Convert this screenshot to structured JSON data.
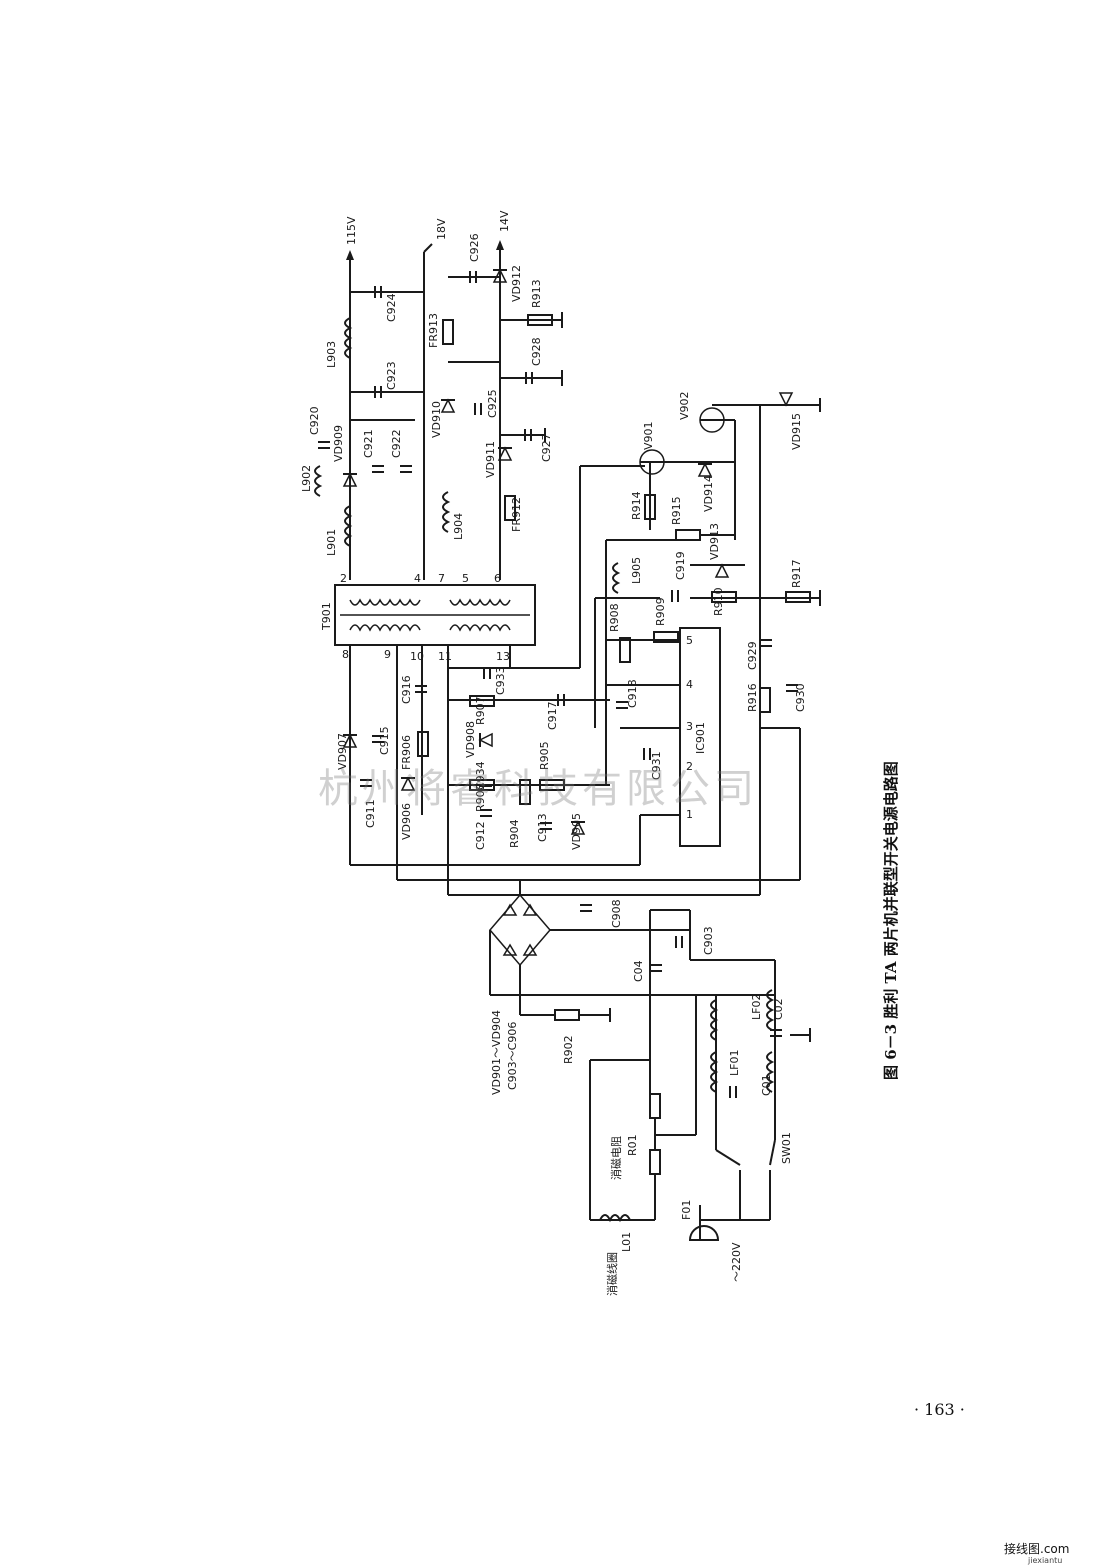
{
  "figure": {
    "caption": "图 6－3   胜利 TA 两片机并联型开关电源电路图",
    "page_number": "· 163 ·",
    "watermark": "杭州将睿科技有限公司",
    "site_logo": "接线图.com",
    "site_url": "jiexiantu"
  },
  "labels": {
    "v115": "115V",
    "v18": "18V",
    "v14": "14V",
    "C924": "C924",
    "L903": "L903",
    "C923": "C923",
    "FR913": "FR913",
    "C926": "C926",
    "VD912": "VD912",
    "R913": "R913",
    "C928": "C928",
    "VD910": "VD910",
    "C925": "C925",
    "C920": "C920",
    "VD909": "VD909",
    "C921": "C921",
    "C922": "C922",
    "L902": "L902",
    "L901": "L901",
    "L904": "L904",
    "VD911": "VD911",
    "C927": "C927",
    "FR912": "FR912",
    "T901": "T901",
    "VD907": "VD907",
    "C915": "C915",
    "C916": "C916",
    "FR906": "FR906",
    "C911": "C911",
    "VD906": "VD906",
    "C933": "C933",
    "R907": "R907",
    "VD908": "VD908",
    "C917": "C917",
    "C934": "C934",
    "R905": "R905",
    "R903": "R903",
    "C912": "C912",
    "R904": "R904",
    "C913": "C913",
    "VD905": "VD905",
    "C931": "C931",
    "C918": "C918",
    "IC901": "IC901",
    "R908": "R908",
    "R909": "R909",
    "L905": "L905",
    "C919": "C919",
    "R910": "R910",
    "VD913": "VD913",
    "R914": "R914",
    "R915": "R915",
    "V901": "V901",
    "VD914": "VD914",
    "V902": "V902",
    "VD915": "VD915",
    "C929": "C929",
    "R917": "R917",
    "R916": "R916",
    "C930": "C930",
    "C908": "C908",
    "C903": "C903",
    "C904": "C04",
    "C902": "C02",
    "C901": "C01",
    "LF02": "LF02",
    "LF01": "LF01",
    "SW01": "SW01",
    "R902": "R902",
    "VD901_904": "VD901～VD904",
    "C903_906": "C903～C906",
    "R01": "R01",
    "degauss_res": "消磁电阻",
    "L01": "L01",
    "degauss_coil": "消磁线圈",
    "F01": "F01",
    "mains": "～220V",
    "p2": "2",
    "p4": "4",
    "p5": "5",
    "p6": "6",
    "p7": "7",
    "p8": "8",
    "p9": "9",
    "p10": "10",
    "p11": "11",
    "p13": "13",
    "ic1": "1",
    "ic2": "2",
    "ic3": "3",
    "ic4": "4",
    "ic5": "5"
  }
}
